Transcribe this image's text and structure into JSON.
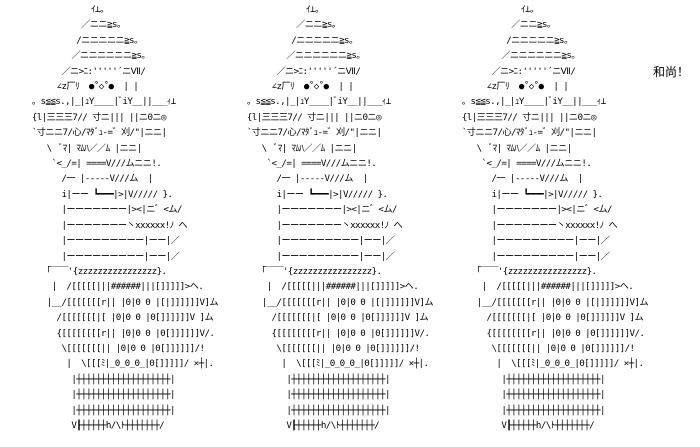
{
  "art": {
    "figures": [
      {
        "lines": [
          "              ｲ⊥。",
          "            ／ニニ≧s。",
          "           /ニニニニニ≧s。",
          "          ／ニニニニニニ≧s。",
          "        ／ニ>ﾆ:'''''´ニⅦ/",
          "       ∠z厂ﾘ  ●˚◇˚●  | |",
          "  。s≦≦s.,|_|ｭY____|ﾞiY__||___ｨ⊥",
          "  {l|三三三7// 寸ニ||| ||ニ0ニ◎",
          "  `寸ニニ7/心/ﾏﾀﾞｭ-=゛刈/\"|ニニ|",
          "     \\  ﾞﾏ| ﾏﾑﾊ／／ﾑ |ニニ|",
          "      `<_/=| ====V///ムニニ!.",
          "        /一 |-----V///ム  |",
          "        i|ーー ┗━━━|>|V///// }.",
          "        |ーーーーーーー|><|ニ゛<ム/",
          "        |ーーーーーーー丶xxxxxx!ﾉ へ",
          "        |ーーーーーーーーー|ーー|／",
          "        |ーーーーーーーーー|ーー|／",
          "     ｢￣￣'{zzzzzzzzzzzzzzzz}.",
          "      |  /[[[[[|||######|||[]]]]]>ヘ.",
          "     |__/[[[[[[[r|| |0|0 0 |[|]]]]]]V]ム",
          "       /[[[[[[[|[ |0|0 0 |0[]]]]]]V ]ム",
          "       {[[[[[[[[r|| |0|0 0 |0[]]]]]]V/.",
          "        \\[[[[[[[|| |0|0 0 |0[]]]]]]/!",
          "         |  \\[[[ﾐ|_0_0_0_|0[]]]]]/ ×┼|.",
          "          |┼┼┼┼┼┼┼┼┼┼┼┼┼┼┼┼┼┼┼|",
          "          |┼┼┼┼┼┼┼┼┼┼┼┼┼┼┼┼┼┼┼|",
          "          |┼┼┼┼┼┼┼┼┼┼┼┼┼┼┼┼┼┼┼|",
          "          V┠┼┼┼┼┼h/\\ﾄ┼┼┼┼┼┼┼/"
        ]
      },
      {
        "lines": [
          "              ｲ⊥。",
          "            ／ニニ≧s。",
          "           /ニニニニニ≧s。",
          "          ／ニニニニニニ≧s。",
          "        ／ニ>ﾆ:'''''´ニⅦ/",
          "       ∠z厂ﾘ  ●˚◇˚●  | |",
          "  。s≦≦s.,|_|ｭY____|ﾞiY__||___ｨ⊥",
          "  {l|三三三7// 寸ニ||| ||ニ0ニ◎",
          "  `寸ニニ7/心/ﾏﾀﾞｭ-=゛刈/\"|ニニ|",
          "     \\  ﾞﾏ| ﾏﾑﾊ／／ﾑ |ニニ|",
          "      `<_/=| ====V///ムニニ!.",
          "        /一 |-----V///ム  |",
          "        i|ーー ┗━━━|>|V///// }.",
          "        |ーーーーーーー|><|ニ゛<ム/",
          "        |ーーーーーーー丶xxxxxx!ﾉ へ",
          "        |ーーーーーーーーー|ーー|／",
          "        |ーーーーーーーーー|ーー|／",
          "     ｢￣￣'{zzzzzzzzzzzzzzzz}.",
          "      |  /[[[[[|||######|||[]]]]]>ヘ.",
          "     |__/[[[[[[[r|| |0|0 0 |[|]]]]]]V]ム",
          "       /[[[[[[[|[ |0|0 0 |0[]]]]]]V ]ム",
          "       {[[[[[[[[r|| |0|0 0 |0[]]]]]]V/.",
          "        \\[[[[[[[|| |0|0 0 |0[]]]]]]/!",
          "         |  \\[[[ﾐ|_0_0_0_|0[]]]]]/ ×┼|.",
          "          |┼┼┼┼┼┼┼┼┼┼┼┼┼┼┼┼┼┼┼|",
          "          |┼┼┼┼┼┼┼┼┼┼┼┼┼┼┼┼┼┼┼|",
          "          |┼┼┼┼┼┼┼┼┼┼┼┼┼┼┼┼┼┼┼|",
          "          V┠┼┼┼┼┼h/\\ﾄ┼┼┼┼┼┼┼/"
        ]
      },
      {
        "lines": [
          "              ｲ⊥。",
          "            ／ニニ≧s。",
          "           /ニニニニニ≧s。",
          "          ／ニニニニニニ≧s。",
          "        ／ニ>ﾆ:'''''´ニⅦ/",
          "       ∠z厂ﾘ  ●˚◇˚●  | |",
          "  。s≦≦s.,|_|ｭY____|ﾞiY__||___ｨ⊥",
          "  {l|三三三7// 寸ニ||| ||ニ0ニ◎",
          "  `寸ニニ7/心/ﾏﾀﾞｭ-=゛刈/\"|ニニ|",
          "     \\  ﾞﾏ| ﾏﾑﾊ／／ﾑ |ニニ|",
          "      `<_/=| ====V///ムニニ!.",
          "        /一 |-----V///ム  |",
          "        i|ーー ┗━━━|>|V///// }.",
          "        |ーーーーーーー|><|ニ゛<ム/",
          "        |ーーーーーーー丶xxxxxx!ﾉ へ",
          "        |ーーーーーーーーー|ーー|／",
          "        |ーーーーーーーーー|ーー|／",
          "     ｢￣￣'{zzzzzzzzzzzzzzzz}.",
          "      |  /[[[[[|||######|||[]]]]]>ヘ.",
          "     |__/[[[[[[[r|| |0|0 0 |[|]]]]]]V]ム",
          "       /[[[[[[[|[ |0|0 0 |0[]]]]]]V ]ム",
          "       {[[[[[[[[r|| |0|0 0 |0[]]]]]]V/.",
          "        \\[[[[[[[|| |0|0 0 |0[]]]]]]/!",
          "         |  \\[[[ﾐ|_0_0_0_|0[]]]]]/ ×┼|.",
          "          |┼┼┼┼┼┼┼┼┼┼┼┼┼┼┼┼┼┼┼|",
          "          |┼┼┼┼┼┼┼┼┼┼┼┼┼┼┼┼┼┼┼|",
          "          |┼┼┼┼┼┼┼┼┼┼┼┼┼┼┼┼┼┼┼|",
          "          V┠┼┼┼┼┼h/\\ﾄ┼┼┼┼┼┼┼/"
        ]
      }
    ],
    "speech": "和尚！"
  }
}
